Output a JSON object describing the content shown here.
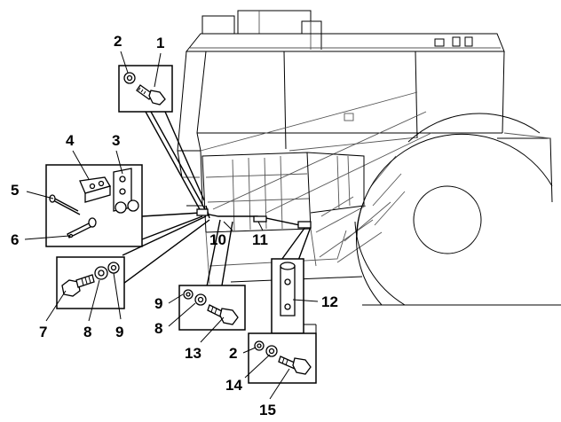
{
  "diagram": {
    "callouts": {
      "c1": "1",
      "c2_top": "2",
      "c3": "3",
      "c4": "4",
      "c5": "5",
      "c6": "6",
      "c7": "7",
      "c8_left": "8",
      "c9_left": "9",
      "c10": "10",
      "c11": "11",
      "c12": "12",
      "c9_mid": "9",
      "c8_mid": "8",
      "c13": "13",
      "c2_bottom": "2",
      "c14": "14",
      "c15": "15"
    }
  }
}
